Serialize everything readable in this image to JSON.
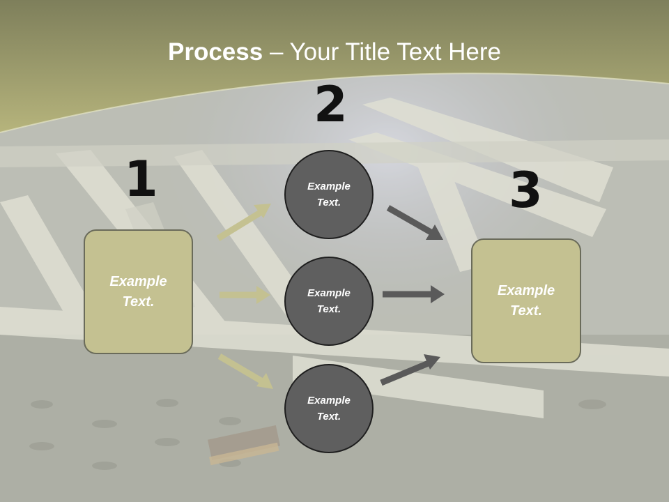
{
  "title": {
    "bold": "Process",
    "rest": " – Your Title Text Here"
  },
  "numbers": [
    "1",
    "2",
    "3"
  ],
  "left_box": {
    "line1": "Example",
    "line2": "Text."
  },
  "right_box": {
    "line1": "Example",
    "line2": "Text."
  },
  "circles": [
    {
      "line1": "Example",
      "line2": "Text."
    },
    {
      "line1": "Example",
      "line2": "Text."
    },
    {
      "line1": "Example",
      "line2": "Text."
    }
  ],
  "colors": {
    "header": "#a9a771",
    "box_fill": "#c4c191",
    "circle_fill": "#5f5f5f",
    "arrow_left": "#c4c191",
    "arrow_right": "#5a5a5a"
  }
}
